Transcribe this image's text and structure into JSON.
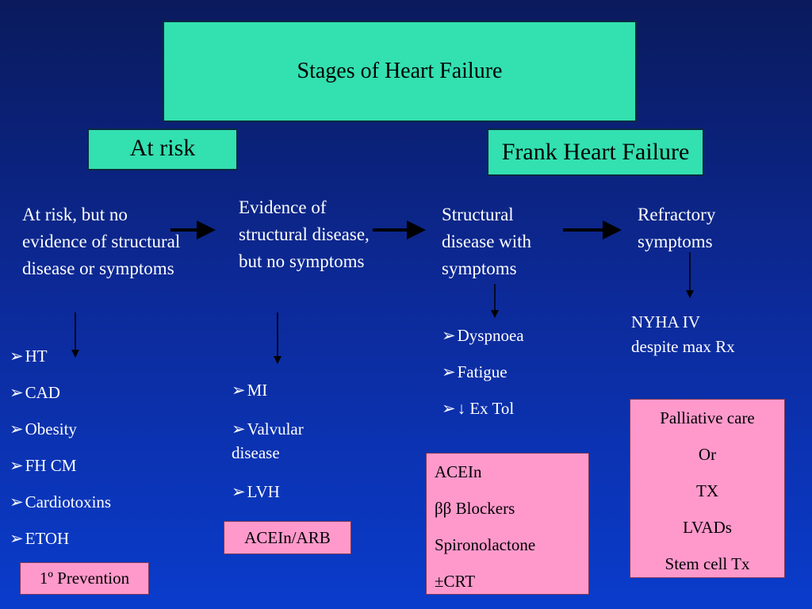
{
  "title": "Stages of Heart Failure",
  "groups": {
    "at_risk": "At risk",
    "frank": "Frank Heart Failure"
  },
  "stages": [
    {
      "text": "At risk, but no evidence of structural disease or symptoms"
    },
    {
      "text": "Evidence of structural disease, but no symptoms"
    },
    {
      "text": "Structural disease with symptoms"
    },
    {
      "text": "Refractory symptoms"
    }
  ],
  "bullet_glyph": "➢",
  "stage1_items": [
    "HT",
    "CAD",
    "Obesity",
    "FH CM",
    "Cardiotoxins",
    "ETOH"
  ],
  "stage2_items": [
    "MI",
    "Valvular disease",
    "LVH"
  ],
  "stage3_items": [
    "Dyspnoea",
    "Fatigue",
    "↓ Ex Tol"
  ],
  "stage4_note": "NYHA IV despite max Rx",
  "treatments": {
    "stage1": "1º Prevention",
    "stage2": "ACEIn/ARB",
    "stage3": [
      "ACEIn",
      "ββ Blockers",
      "Spironolactone",
      "±CRT"
    ],
    "stage4": [
      "Palliative care",
      "Or",
      "TX",
      "LVADs",
      "Stem cell Tx"
    ]
  },
  "colors": {
    "green_box": "#33e0b0",
    "pink_box": "#ff99cc",
    "background_top": "#0a1a5c",
    "background_bottom": "#0a3ccc"
  }
}
